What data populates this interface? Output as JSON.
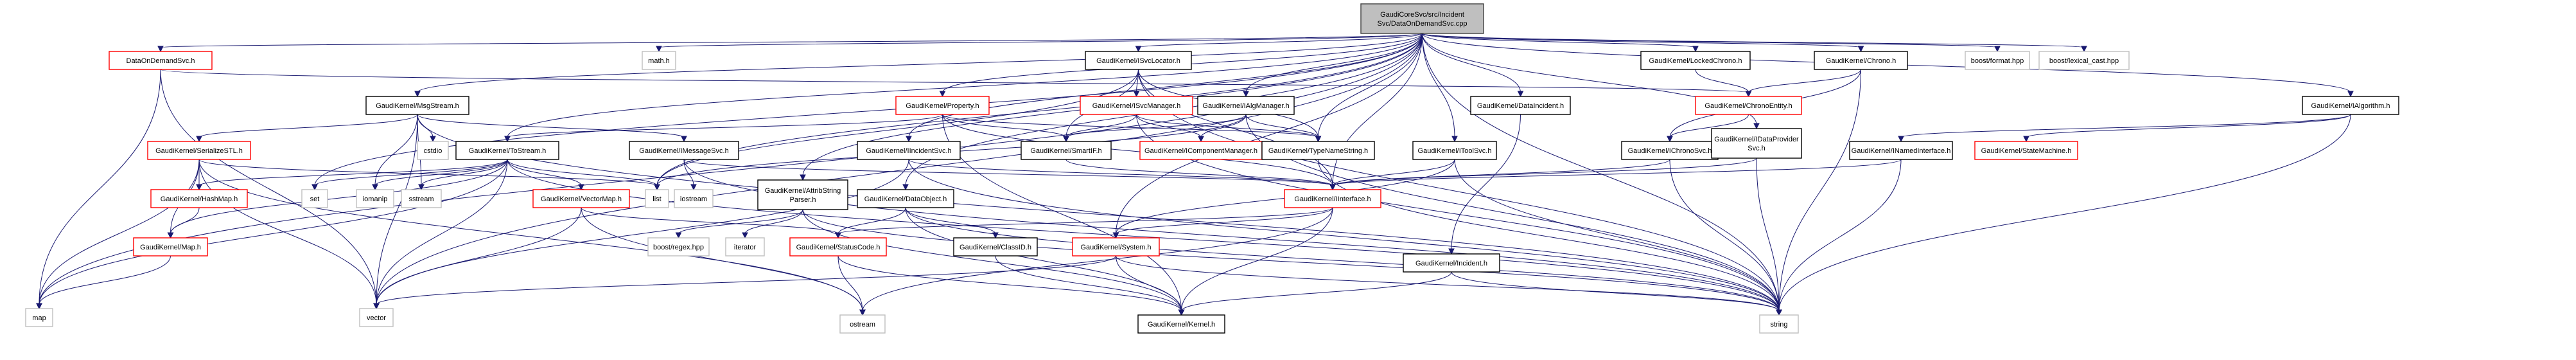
{
  "graph": {
    "type": "include-dependency-graph",
    "root": "root",
    "colors": {
      "edge": "#191970",
      "root_fill": "#bfbfbf",
      "root_border": "#404040",
      "documented_border": "#000000",
      "truncated_border": "#ff0000",
      "external_border": "#bfbfbf"
    },
    "nodes": [
      {
        "id": "root",
        "lines": [
          "GaudiCoreSvc/src/Incident",
          "Svc/DataOnDemandSvc.cpp"
        ],
        "kind": "root"
      },
      {
        "id": "dods",
        "lines": [
          "DataOnDemandSvc.h"
        ],
        "kind": "truncated"
      },
      {
        "id": "math",
        "lines": [
          "math.h"
        ],
        "kind": "external"
      },
      {
        "id": "isvcloc",
        "lines": [
          "GaudiKernel/ISvcLocator.h"
        ],
        "kind": "documented"
      },
      {
        "id": "lockedchrono",
        "lines": [
          "GaudiKernel/LockedChrono.h"
        ],
        "kind": "documented"
      },
      {
        "id": "chrono",
        "lines": [
          "GaudiKernel/Chrono.h"
        ],
        "kind": "documented"
      },
      {
        "id": "bformat",
        "lines": [
          "boost/format.hpp"
        ],
        "kind": "external"
      },
      {
        "id": "blexical",
        "lines": [
          "boost/lexical_cast.hpp"
        ],
        "kind": "external"
      },
      {
        "id": "msgstream",
        "lines": [
          "GaudiKernel/MsgStream.h"
        ],
        "kind": "documented"
      },
      {
        "id": "property",
        "lines": [
          "GaudiKernel/Property.h"
        ],
        "kind": "truncated"
      },
      {
        "id": "isvcmgr",
        "lines": [
          "GaudiKernel/ISvcManager.h"
        ],
        "kind": "truncated"
      },
      {
        "id": "ialgmgr",
        "lines": [
          "GaudiKernel/IAlgManager.h"
        ],
        "kind": "documented"
      },
      {
        "id": "dataincident",
        "lines": [
          "GaudiKernel/DataIncident.h"
        ],
        "kind": "documented"
      },
      {
        "id": "chronoentity",
        "lines": [
          "GaudiKernel/ChronoEntity.h"
        ],
        "kind": "truncated"
      },
      {
        "id": "ialgorithm",
        "lines": [
          "GaudiKernel/IAlgorithm.h"
        ],
        "kind": "documented"
      },
      {
        "id": "serializestl",
        "lines": [
          "GaudiKernel/SerializeSTL.h"
        ],
        "kind": "truncated"
      },
      {
        "id": "cstdio",
        "lines": [
          "cstdio"
        ],
        "kind": "external"
      },
      {
        "id": "tostream",
        "lines": [
          "GaudiKernel/ToStream.h"
        ],
        "kind": "documented"
      },
      {
        "id": "imessagesvc",
        "lines": [
          "GaudiKernel/IMessageSvc.h"
        ],
        "kind": "documented"
      },
      {
        "id": "iincidentsvc",
        "lines": [
          "GaudiKernel/IIncidentSvc.h"
        ],
        "kind": "documented"
      },
      {
        "id": "smartif",
        "lines": [
          "GaudiKernel/SmartIF.h"
        ],
        "kind": "documented"
      },
      {
        "id": "icompmgr",
        "lines": [
          "GaudiKernel/IComponentManager.h"
        ],
        "kind": "truncated"
      },
      {
        "id": "typename",
        "lines": [
          "GaudiKernel/TypeNameString.h"
        ],
        "kind": "documented"
      },
      {
        "id": "itoolsvc",
        "lines": [
          "GaudiKernel/IToolSvc.h"
        ],
        "kind": "documented"
      },
      {
        "id": "ichronosvc",
        "lines": [
          "GaudiKernel/IChronoSvc.h"
        ],
        "kind": "documented"
      },
      {
        "id": "idataprov",
        "lines": [
          "GaudiKernel/IDataProvider",
          "Svc.h"
        ],
        "kind": "documented"
      },
      {
        "id": "inamed",
        "lines": [
          "GaudiKernel/INamedInterface.h"
        ],
        "kind": "documented"
      },
      {
        "id": "statemachine",
        "lines": [
          "GaudiKernel/StateMachine.h"
        ],
        "kind": "truncated"
      },
      {
        "id": "hashmap",
        "lines": [
          "GaudiKernel/HashMap.h"
        ],
        "kind": "truncated"
      },
      {
        "id": "set",
        "lines": [
          "set"
        ],
        "kind": "external"
      },
      {
        "id": "iomanip",
        "lines": [
          "iomanip"
        ],
        "kind": "external"
      },
      {
        "id": "sstream",
        "lines": [
          "sstream"
        ],
        "kind": "external"
      },
      {
        "id": "vectormap",
        "lines": [
          "GaudiKernel/VectorMap.h"
        ],
        "kind": "truncated"
      },
      {
        "id": "list",
        "lines": [
          "list"
        ],
        "kind": "external"
      },
      {
        "id": "iostream",
        "lines": [
          "iostream"
        ],
        "kind": "external"
      },
      {
        "id": "attribparser",
        "lines": [
          "GaudiKernel/AttribString",
          "Parser.h"
        ],
        "kind": "documented"
      },
      {
        "id": "dataobject",
        "lines": [
          "GaudiKernel/DataObject.h"
        ],
        "kind": "documented"
      },
      {
        "id": "iinterface",
        "lines": [
          "GaudiKernel/IInterface.h"
        ],
        "kind": "truncated"
      },
      {
        "id": "incident",
        "lines": [
          "GaudiKernel/Incident.h"
        ],
        "kind": "documented"
      },
      {
        "id": "mapH",
        "lines": [
          "GaudiKernel/Map.h"
        ],
        "kind": "truncated"
      },
      {
        "id": "bregex",
        "lines": [
          "boost/regex.hpp"
        ],
        "kind": "external"
      },
      {
        "id": "iterator",
        "lines": [
          "iterator"
        ],
        "kind": "external"
      },
      {
        "id": "statuscode",
        "lines": [
          "GaudiKernel/StatusCode.h"
        ],
        "kind": "truncated"
      },
      {
        "id": "classid",
        "lines": [
          "GaudiKernel/ClassID.h"
        ],
        "kind": "documented"
      },
      {
        "id": "system",
        "lines": [
          "GaudiKernel/System.h"
        ],
        "kind": "truncated"
      },
      {
        "id": "map",
        "lines": [
          "map"
        ],
        "kind": "external"
      },
      {
        "id": "vector",
        "lines": [
          "vector"
        ],
        "kind": "external"
      },
      {
        "id": "ostream",
        "lines": [
          "ostream"
        ],
        "kind": "external"
      },
      {
        "id": "kernel",
        "lines": [
          "GaudiKernel/Kernel.h"
        ],
        "kind": "documented"
      },
      {
        "id": "string",
        "lines": [
          "string"
        ],
        "kind": "external"
      }
    ],
    "edges": [
      [
        "root",
        "dods"
      ],
      [
        "root",
        "math"
      ],
      [
        "root",
        "isvcloc"
      ],
      [
        "root",
        "lockedchrono"
      ],
      [
        "root",
        "chrono"
      ],
      [
        "root",
        "bformat"
      ],
      [
        "root",
        "blexical"
      ],
      [
        "root",
        "msgstream"
      ],
      [
        "root",
        "property"
      ],
      [
        "root",
        "ialgmgr"
      ],
      [
        "root",
        "dataincident"
      ],
      [
        "root",
        "ialgorithm"
      ],
      [
        "root",
        "tostream"
      ],
      [
        "root",
        "iincidentsvc"
      ],
      [
        "root",
        "typename"
      ],
      [
        "root",
        "itoolsvc"
      ],
      [
        "root",
        "idataprov"
      ],
      [
        "root",
        "attribparser"
      ],
      [
        "root",
        "dataobject"
      ],
      [
        "root",
        "iinterface"
      ],
      [
        "root",
        "map"
      ],
      [
        "root",
        "set"
      ],
      [
        "root",
        "vector"
      ],
      [
        "root",
        "list"
      ],
      [
        "root",
        "string"
      ],
      [
        "root",
        "system"
      ],
      [
        "dods",
        "map"
      ],
      [
        "dods",
        "vector"
      ],
      [
        "dods",
        "chronoentity"
      ],
      [
        "isvcloc",
        "isvcmgr"
      ],
      [
        "isvcloc",
        "smartif"
      ],
      [
        "isvcloc",
        "typename"
      ],
      [
        "isvcloc",
        "iinterface"
      ],
      [
        "isvcloc",
        "string"
      ],
      [
        "isvcloc",
        "list"
      ],
      [
        "lockedchrono",
        "chronoentity"
      ],
      [
        "chrono",
        "chronoentity"
      ],
      [
        "chrono",
        "ichronosvc"
      ],
      [
        "chrono",
        "string"
      ],
      [
        "msgstream",
        "serializestl"
      ],
      [
        "msgstream",
        "cstdio"
      ],
      [
        "msgstream",
        "iomanip"
      ],
      [
        "msgstream",
        "sstream"
      ],
      [
        "msgstream",
        "imessagesvc"
      ],
      [
        "msgstream",
        "vector"
      ],
      [
        "msgstream",
        "string"
      ],
      [
        "property",
        "tostream"
      ],
      [
        "property",
        "smartif"
      ],
      [
        "property",
        "typename"
      ],
      [
        "property",
        "iinterface"
      ],
      [
        "property",
        "kernel"
      ],
      [
        "isvcmgr",
        "icompmgr"
      ],
      [
        "isvcmgr",
        "smartif"
      ],
      [
        "isvcmgr",
        "typename"
      ],
      [
        "isvcmgr",
        "string"
      ],
      [
        "ialgmgr",
        "smartif"
      ],
      [
        "ialgmgr",
        "typename"
      ],
      [
        "ialgmgr",
        "icompmgr"
      ],
      [
        "ialgmgr",
        "string"
      ],
      [
        "ialgmgr",
        "list"
      ],
      [
        "dataincident",
        "incident"
      ],
      [
        "chronoentity",
        "ichronosvc"
      ],
      [
        "ialgorithm",
        "inamed"
      ],
      [
        "ialgorithm",
        "statemachine"
      ],
      [
        "ialgorithm",
        "string"
      ],
      [
        "serializestl",
        "hashmap"
      ],
      [
        "serializestl",
        "mapH"
      ],
      [
        "serializestl",
        "map"
      ],
      [
        "serializestl",
        "vector"
      ],
      [
        "serializestl",
        "list"
      ],
      [
        "serializestl",
        "ostream"
      ],
      [
        "tostream",
        "hashmap"
      ],
      [
        "tostream",
        "set"
      ],
      [
        "tostream",
        "iomanip"
      ],
      [
        "tostream",
        "sstream"
      ],
      [
        "tostream",
        "vectormap"
      ],
      [
        "tostream",
        "list"
      ],
      [
        "tostream",
        "mapH"
      ],
      [
        "tostream",
        "map"
      ],
      [
        "tostream",
        "vector"
      ],
      [
        "tostream",
        "string"
      ],
      [
        "imessagesvc",
        "iostream"
      ],
      [
        "imessagesvc",
        "iinterface"
      ],
      [
        "imessagesvc",
        "string"
      ],
      [
        "iincidentsvc",
        "iinterface"
      ],
      [
        "iincidentsvc",
        "string"
      ],
      [
        "iincidentsvc",
        "vector"
      ],
      [
        "smartif",
        "iinterface"
      ],
      [
        "typename",
        "string"
      ],
      [
        "itoolsvc",
        "iinterface"
      ],
      [
        "itoolsvc",
        "system"
      ],
      [
        "itoolsvc",
        "string"
      ],
      [
        "ichronosvc",
        "iinterface"
      ],
      [
        "ichronosvc",
        "string"
      ],
      [
        "idataprov",
        "iinterface"
      ],
      [
        "idataprov",
        "string"
      ],
      [
        "inamed",
        "iinterface"
      ],
      [
        "inamed",
        "string"
      ],
      [
        "hashmap",
        "mapH"
      ],
      [
        "vectormap",
        "vector"
      ],
      [
        "vectormap",
        "statuscode"
      ],
      [
        "vectormap",
        "ostream"
      ],
      [
        "attribparser",
        "bregex"
      ],
      [
        "attribparser",
        "iterator"
      ],
      [
        "attribparser",
        "string"
      ],
      [
        "attribparser",
        "kernel"
      ],
      [
        "dataobject",
        "statuscode"
      ],
      [
        "dataobject",
        "classid"
      ],
      [
        "dataobject",
        "kernel"
      ],
      [
        "dataobject",
        "string"
      ],
      [
        "iinterface",
        "statuscode"
      ],
      [
        "iinterface",
        "system"
      ],
      [
        "iinterface",
        "kernel"
      ],
      [
        "iinterface",
        "ostream"
      ],
      [
        "incident",
        "string"
      ],
      [
        "incident",
        "kernel"
      ],
      [
        "mapH",
        "map"
      ],
      [
        "statuscode",
        "ostream"
      ],
      [
        "statuscode",
        "kernel"
      ],
      [
        "classid",
        "kernel"
      ],
      [
        "system",
        "kernel"
      ],
      [
        "system",
        "string"
      ],
      [
        "system",
        "vector"
      ]
    ]
  }
}
